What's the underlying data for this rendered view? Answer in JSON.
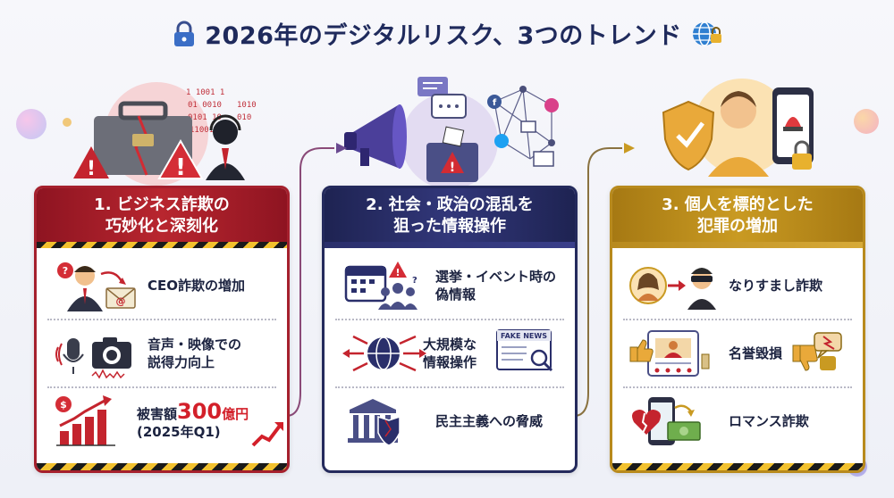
{
  "title": "2026年のデジタルリスク、3つのトレンド",
  "colors": {
    "red": "#b8262f",
    "navy": "#2a2f6b",
    "gold": "#c99a22"
  },
  "cards": [
    {
      "heading_line1": "1. ビジネス詐欺の",
      "heading_line2": "巧妙化と深刻化",
      "items": [
        {
          "label": "CEO詐欺の増加",
          "icon": "ceo-email-icon"
        },
        {
          "label_line1": "音声・映像での",
          "label_line2": "説得力向上",
          "icon": "voice-camera-icon"
        },
        {
          "prefix": "被害額",
          "amount": "300",
          "unit": "億円",
          "sub": "(2025年Q1)",
          "icon": "rising-chart-icon"
        }
      ]
    },
    {
      "heading_line1": "2. 社会・政治の混乱を",
      "heading_line2": "狙った情報操作",
      "items": [
        {
          "label_line1": "選挙・イベント時の",
          "label_line2": "偽情報",
          "icon": "calendar-crowd-icon"
        },
        {
          "label_line1": "大規模な",
          "label_line2": "情報操作",
          "icon": "globe-fake-news-icon",
          "badge": "FAKE NEWS"
        },
        {
          "label": "民主主義への脅威",
          "icon": "institution-shield-icon"
        }
      ]
    },
    {
      "heading_line1": "3. 個人を標的とした",
      "heading_line2": "犯罪の増加",
      "items": [
        {
          "label": "なりすまし詐欺",
          "icon": "impersonation-icon"
        },
        {
          "label": "名誉毀損",
          "icon": "defamation-icon"
        },
        {
          "label": "ロマンス詐欺",
          "icon": "romance-scam-icon"
        }
      ]
    }
  ]
}
